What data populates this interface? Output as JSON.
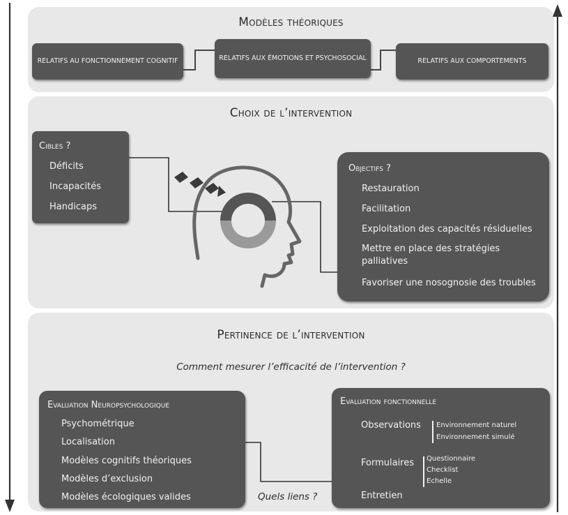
{
  "models": {
    "title": "Modèles théoriques",
    "boxes": [
      "Relatifs au fonctionnement cognitif",
      "Relatifs aux émotions et psychosocial",
      "Relatifs aux comportements"
    ]
  },
  "choice": {
    "title": "Choix de l’intervention",
    "cibles": {
      "title": "Cibles ?",
      "items": [
        "Déficits",
        "Incapacités",
        "Handicaps"
      ]
    },
    "objectifs": {
      "title": "Objectifs ?",
      "items": [
        "Restauration",
        "Facilitation",
        "Exploitation des capacités résiduelles",
        "Mettre en place des stratégies palliatives",
        "Favoriser une nosognosie des troubles"
      ]
    }
  },
  "pertinence": {
    "title": "Pertinence de l’intervention",
    "question": "Comment mesurer l’efficacité de l’intervention ?",
    "link_label": "Quels liens ?",
    "neuro": {
      "title": "Evaluation Neuropsychologique",
      "items": [
        "Psychométrique",
        "Localisation",
        "Modèles cognitifs théoriques",
        "Modèles d’exclusion",
        "Modèles écologiques valides"
      ]
    },
    "fonctionnelle": {
      "title": "Evaluation fonctionnelle",
      "observations": {
        "label": "Observations",
        "items": [
          "Environnement naturel",
          "Environnement simulé"
        ]
      },
      "formulaires": {
        "label": "Formulaires",
        "items": [
          "Questionnaire",
          "Checklist",
          "Echelle"
        ]
      },
      "entretien": "Entretien"
    }
  },
  "colors": {
    "panel": "#e8e8e8",
    "box": "#555555",
    "box_text": "#f2f2f2",
    "ring_dark": "#555555",
    "ring_light": "#9a9a9a"
  }
}
